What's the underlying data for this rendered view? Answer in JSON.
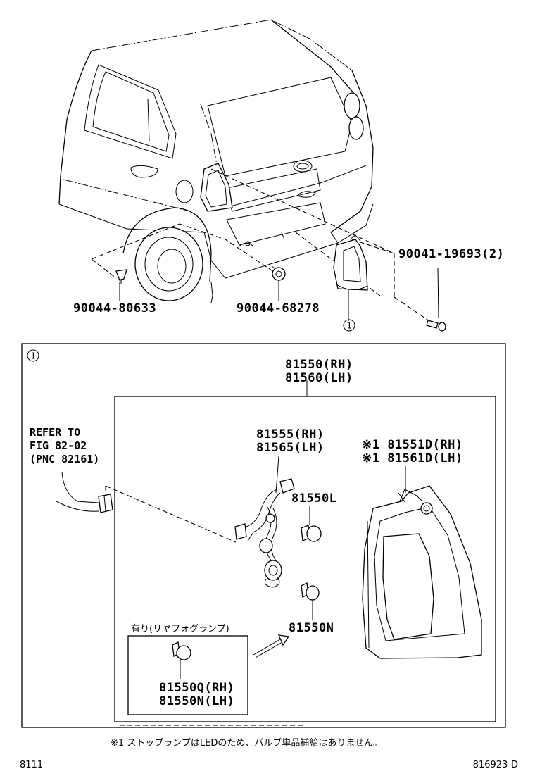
{
  "circle_ref": "1",
  "parts": {
    "clip_a": "90044-80633",
    "clip_b": "90044-68278",
    "screw": "90041-19693(2)",
    "lamp_assy_rh": "81550(RH)",
    "lamp_assy_lh": "81560(LH)",
    "wire_rh": "81555(RH)",
    "wire_lh": "81565(LH)",
    "lens_rh": "※1 81551D(RH)",
    "lens_lh": "※1 81561D(LH)",
    "bulb_l": "81550L",
    "bulb_n": "81550N",
    "fog_bulb_rh": "81550Q(RH)",
    "fog_bulb_lh": "81550N(LH)"
  },
  "refer": {
    "line1": "REFER TO",
    "line2": "FIG 82-02",
    "line3": "(PNC 82161)"
  },
  "fog_title": "有り(リヤフォグランプ)",
  "footnote": "※1 ストップランプはLEDのため、バルブ単品補給はありません。",
  "footer": {
    "left": "8111",
    "right": "816923-D"
  }
}
